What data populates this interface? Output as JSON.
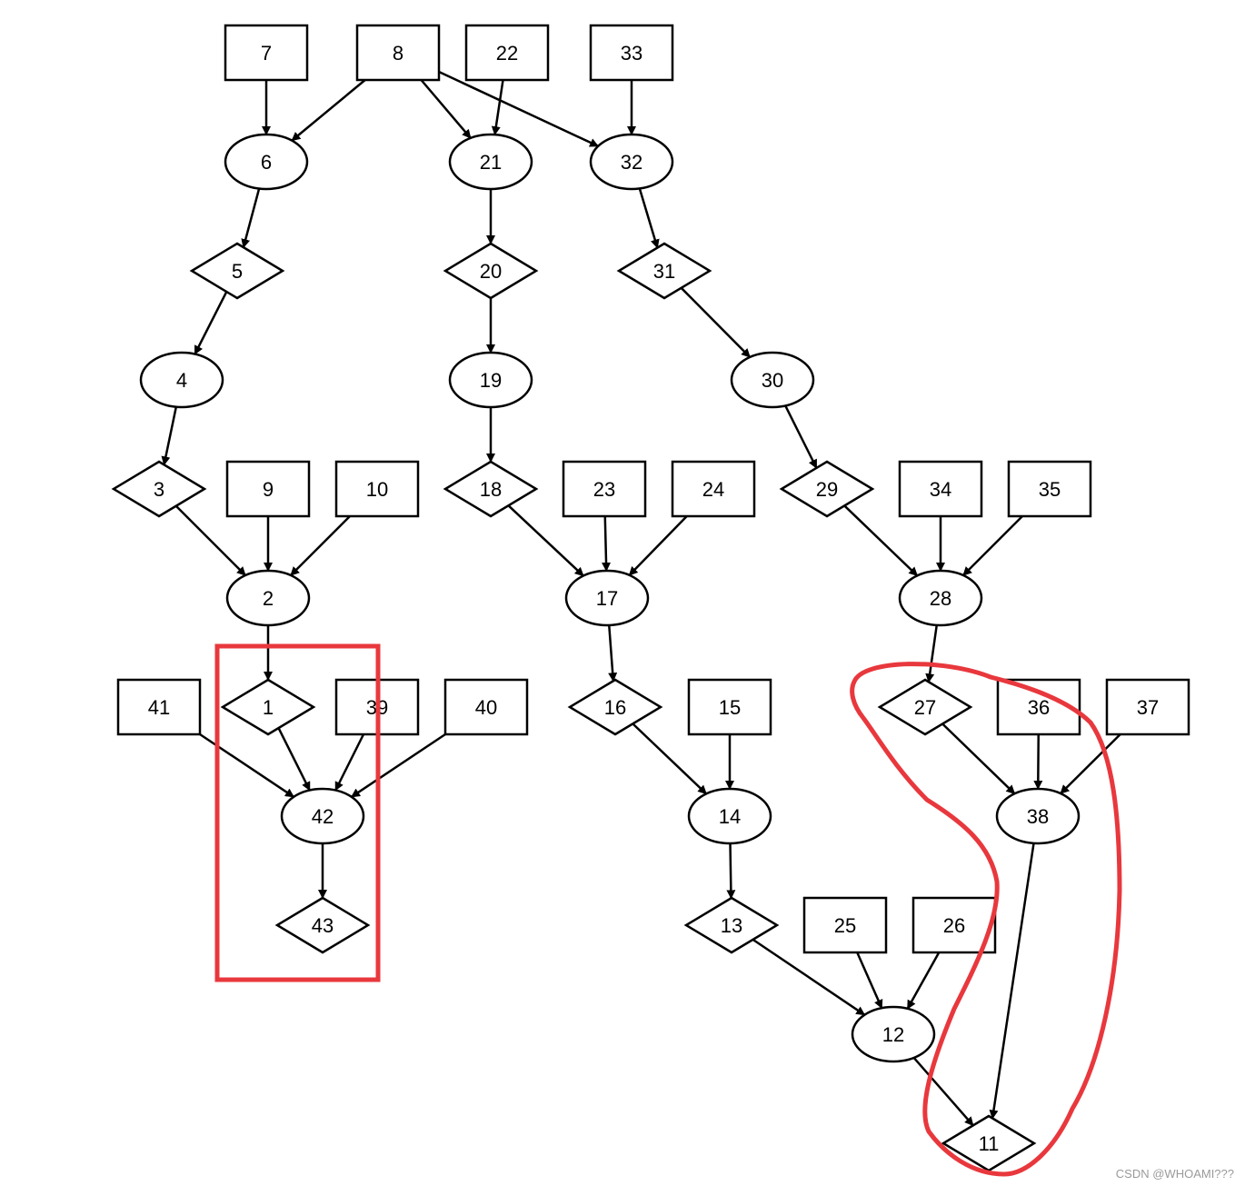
{
  "nodes": [
    {
      "id": "7",
      "shape": "box"
    },
    {
      "id": "8",
      "shape": "box"
    },
    {
      "id": "22",
      "shape": "box"
    },
    {
      "id": "33",
      "shape": "box"
    },
    {
      "id": "6",
      "shape": "ellipse"
    },
    {
      "id": "21",
      "shape": "ellipse"
    },
    {
      "id": "32",
      "shape": "ellipse"
    },
    {
      "id": "5",
      "shape": "diamond"
    },
    {
      "id": "20",
      "shape": "diamond"
    },
    {
      "id": "31",
      "shape": "diamond"
    },
    {
      "id": "4",
      "shape": "ellipse"
    },
    {
      "id": "19",
      "shape": "ellipse"
    },
    {
      "id": "30",
      "shape": "ellipse"
    },
    {
      "id": "3",
      "shape": "diamond"
    },
    {
      "id": "9",
      "shape": "box"
    },
    {
      "id": "10",
      "shape": "box"
    },
    {
      "id": "18",
      "shape": "diamond"
    },
    {
      "id": "23",
      "shape": "box"
    },
    {
      "id": "24",
      "shape": "box"
    },
    {
      "id": "29",
      "shape": "diamond"
    },
    {
      "id": "34",
      "shape": "box"
    },
    {
      "id": "35",
      "shape": "box"
    },
    {
      "id": "2",
      "shape": "ellipse"
    },
    {
      "id": "17",
      "shape": "ellipse"
    },
    {
      "id": "28",
      "shape": "ellipse"
    },
    {
      "id": "41",
      "shape": "box"
    },
    {
      "id": "1",
      "shape": "diamond"
    },
    {
      "id": "39",
      "shape": "box"
    },
    {
      "id": "40",
      "shape": "box"
    },
    {
      "id": "16",
      "shape": "diamond"
    },
    {
      "id": "15",
      "shape": "box"
    },
    {
      "id": "27",
      "shape": "diamond"
    },
    {
      "id": "36",
      "shape": "box"
    },
    {
      "id": "37",
      "shape": "box"
    },
    {
      "id": "42",
      "shape": "ellipse"
    },
    {
      "id": "14",
      "shape": "ellipse"
    },
    {
      "id": "38",
      "shape": "ellipse"
    },
    {
      "id": "43",
      "shape": "diamond"
    },
    {
      "id": "13",
      "shape": "diamond"
    },
    {
      "id": "25",
      "shape": "box"
    },
    {
      "id": "26",
      "shape": "box"
    },
    {
      "id": "12",
      "shape": "ellipse"
    },
    {
      "id": "11",
      "shape": "diamond"
    }
  ],
  "edges": [
    [
      "7",
      "6"
    ],
    [
      "8",
      "6"
    ],
    [
      "8",
      "21"
    ],
    [
      "8",
      "32"
    ],
    [
      "22",
      "21"
    ],
    [
      "33",
      "32"
    ],
    [
      "6",
      "5"
    ],
    [
      "21",
      "20"
    ],
    [
      "32",
      "31"
    ],
    [
      "5",
      "4"
    ],
    [
      "20",
      "19"
    ],
    [
      "31",
      "30"
    ],
    [
      "4",
      "3"
    ],
    [
      "19",
      "18"
    ],
    [
      "30",
      "29"
    ],
    [
      "3",
      "2"
    ],
    [
      "9",
      "2"
    ],
    [
      "10",
      "2"
    ],
    [
      "18",
      "17"
    ],
    [
      "23",
      "17"
    ],
    [
      "24",
      "17"
    ],
    [
      "29",
      "28"
    ],
    [
      "34",
      "28"
    ],
    [
      "35",
      "28"
    ],
    [
      "2",
      "1"
    ],
    [
      "17",
      "16"
    ],
    [
      "28",
      "27"
    ],
    [
      "41",
      "42"
    ],
    [
      "1",
      "42"
    ],
    [
      "39",
      "42"
    ],
    [
      "40",
      "42"
    ],
    [
      "16",
      "14"
    ],
    [
      "15",
      "14"
    ],
    [
      "27",
      "38"
    ],
    [
      "36",
      "38"
    ],
    [
      "37",
      "38"
    ],
    [
      "42",
      "43"
    ],
    [
      "14",
      "13"
    ],
    [
      "13",
      "12"
    ],
    [
      "25",
      "12"
    ],
    [
      "26",
      "12"
    ],
    [
      "12",
      "11"
    ],
    [
      "38",
      "11"
    ]
  ],
  "highlights": {
    "rect_color": "#e8383d",
    "loop_color": "#e8383d"
  },
  "watermark": "CSDN @WHOAMI???"
}
